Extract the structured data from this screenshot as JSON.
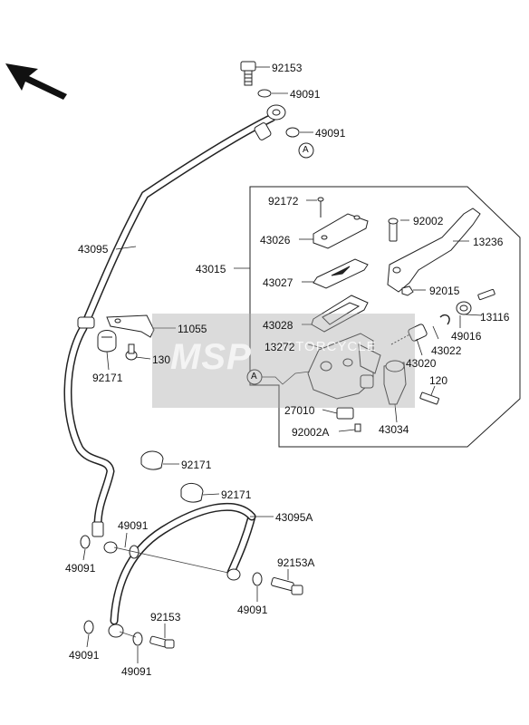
{
  "watermark": {
    "logo": "MSP",
    "text": "MOTORCYCLE"
  },
  "connector_marker": "A",
  "labels": {
    "p92153_top": "92153",
    "p49091_top1": "49091",
    "p49091_top2": "49091",
    "p43095": "43095",
    "p43015": "43015",
    "p92172": "92172",
    "p43026": "43026",
    "p43027": "43027",
    "p43028": "43028",
    "p92002": "92002",
    "p13236": "13236",
    "p92015": "92015",
    "p13116": "13116",
    "p43022": "43022",
    "p49016": "49016",
    "p13272": "13272",
    "p43020": "43020",
    "p120": "120",
    "p27010": "27010",
    "p92002a": "92002A",
    "p43034": "43034",
    "p11055": "11055",
    "p130": "130",
    "p92171_a": "92171",
    "p92171_b": "92171",
    "p92171_c": "92171",
    "p43095a": "43095A",
    "p49091_l1": "49091",
    "p49091_l2": "49091",
    "p92153a": "92153A",
    "p49091_m": "49091",
    "p92153_b": "92153",
    "p49091_bl": "49091",
    "p49091_bm": "49091"
  },
  "colors": {
    "line": "#222222",
    "watermark": "#aaaaaa",
    "watermark_red": "#d0342c"
  }
}
